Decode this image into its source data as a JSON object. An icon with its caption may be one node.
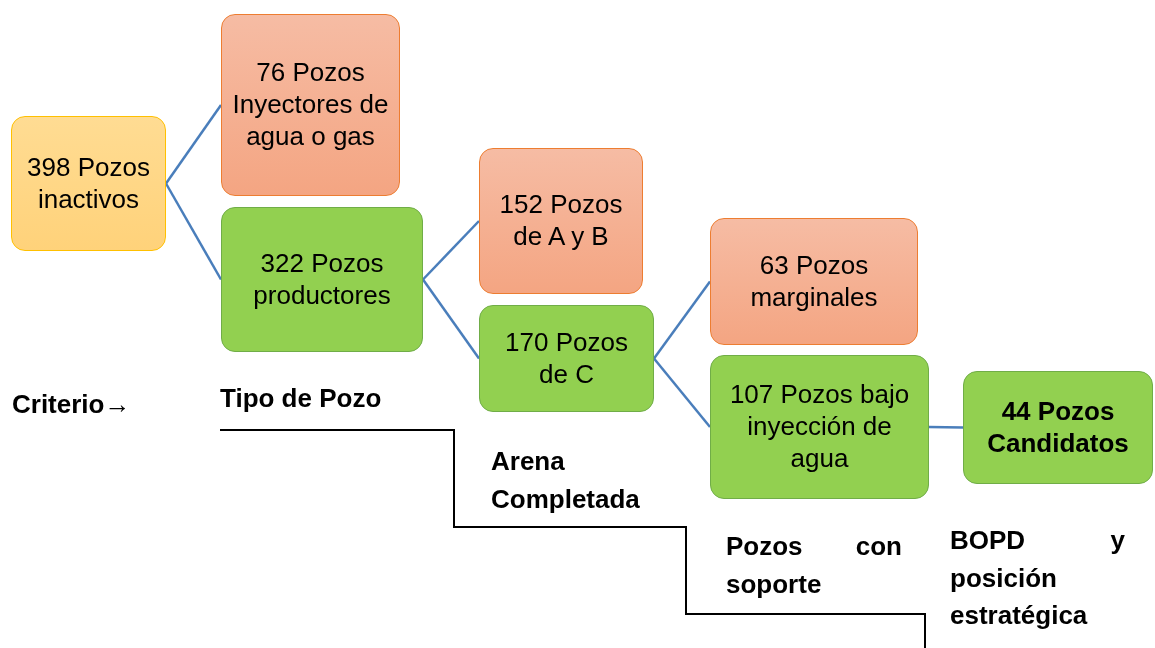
{
  "diagram": {
    "nodes": [
      {
        "text": [
          "398 Pozos inactivos"
        ]
      },
      {
        "text": [
          "76 Pozos Inyectores de agua o gas"
        ]
      },
      {
        "text": [
          "322 Pozos productores"
        ]
      },
      {
        "text": [
          "152 Pozos de A y B"
        ]
      },
      {
        "text": [
          "170 Pozos de C"
        ]
      },
      {
        "text": [
          "63 Pozos marginales"
        ]
      },
      {
        "text": [
          "107 Pozos bajo inyección de agua"
        ]
      },
      {
        "text": [
          "44 Pozos Candidatos"
        ]
      }
    ],
    "edges": [
      {
        "from": 0,
        "to": 1,
        "arrow": "none"
      },
      {
        "from": 0,
        "to": 2,
        "arrow": "none"
      },
      {
        "from": 2,
        "to": 3,
        "arrow": "none"
      },
      {
        "from": 2,
        "to": 4,
        "arrow": "none"
      },
      {
        "from": 4,
        "to": 5,
        "arrow": "none"
      },
      {
        "from": 4,
        "to": 6,
        "arrow": "none"
      },
      {
        "from": 6,
        "to": 7,
        "arrow": "none"
      }
    ],
    "labels": [
      "Criterio→",
      "Tipo de Pozo",
      "Arena Completada",
      "Pozos con soporte",
      "BOPD y posición estratégica"
    ]
  }
}
